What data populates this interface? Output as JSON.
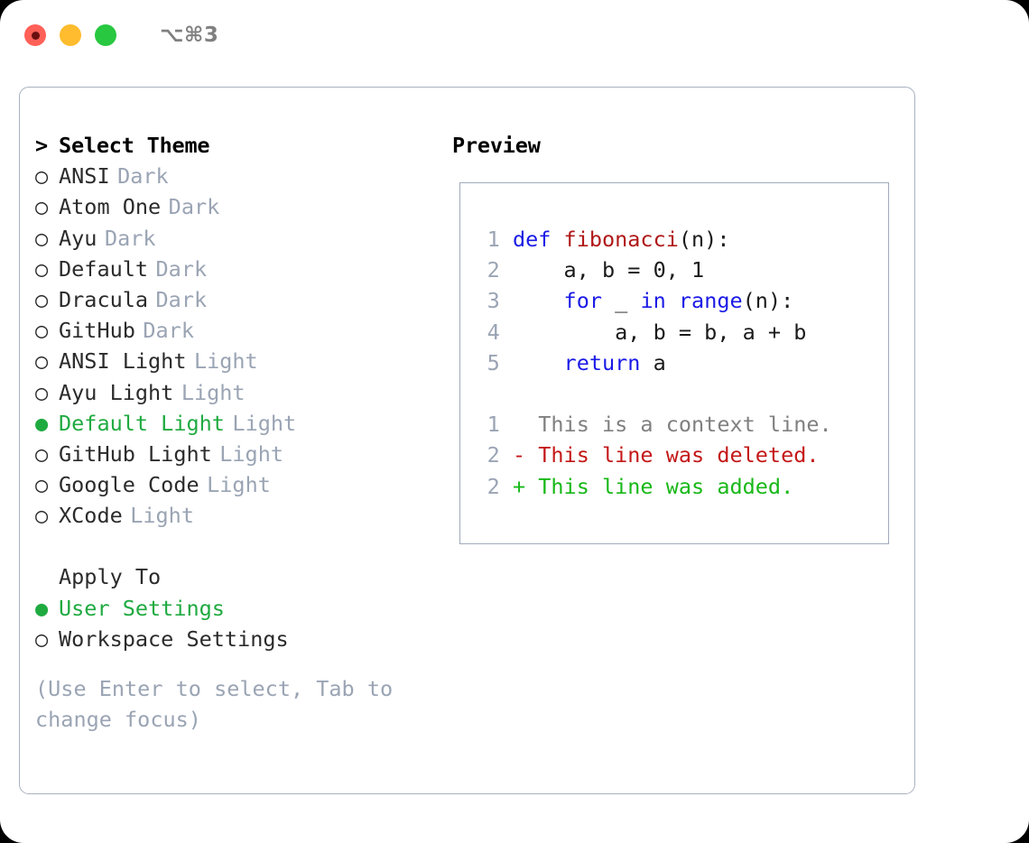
{
  "window": {
    "shortcut": "⌥⌘3",
    "traffic_lights": [
      "close-button",
      "minimize-button",
      "maximize-button"
    ],
    "colors": {
      "close": "#ff6057",
      "minimize": "#febc2e",
      "maximize": "#28c840",
      "accent_green": "#1faa40",
      "muted": "#9aa4b4",
      "border": "#a8b2c1"
    }
  },
  "theme_picker": {
    "header_marker": ">",
    "header": "Select Theme",
    "marker_unselected": "○",
    "marker_selected": "●",
    "items": [
      {
        "marker": "○",
        "label": "ANSI",
        "variant": "Dark",
        "selected": false
      },
      {
        "marker": "○",
        "label": "Atom One",
        "variant": "Dark",
        "selected": false
      },
      {
        "marker": "○",
        "label": "Ayu",
        "variant": "Dark",
        "selected": false
      },
      {
        "marker": "○",
        "label": "Default",
        "variant": "Dark",
        "selected": false
      },
      {
        "marker": "○",
        "label": "Dracula",
        "variant": "Dark",
        "selected": false
      },
      {
        "marker": "○",
        "label": "GitHub",
        "variant": "Dark",
        "selected": false
      },
      {
        "marker": "○",
        "label": "ANSI Light",
        "variant": "Light",
        "selected": false
      },
      {
        "marker": "○",
        "label": "Ayu Light",
        "variant": "Light",
        "selected": false
      },
      {
        "marker": "●",
        "label": "Default Light",
        "variant": "Light",
        "selected": true
      },
      {
        "marker": "○",
        "label": "GitHub Light",
        "variant": "Light",
        "selected": false
      },
      {
        "marker": "○",
        "label": "Google Code",
        "variant": "Light",
        "selected": false
      },
      {
        "marker": "○",
        "label": "XCode",
        "variant": "Light",
        "selected": false
      }
    ]
  },
  "apply_to": {
    "heading": "Apply To",
    "options": [
      {
        "marker": "●",
        "label": "User Settings",
        "selected": true
      },
      {
        "marker": "○",
        "label": "Workspace Settings",
        "selected": false
      }
    ]
  },
  "hint": "(Use Enter to select, Tab to change focus)",
  "preview": {
    "title": "Preview",
    "code_lines": [
      {
        "num": "1",
        "tokens": [
          {
            "t": "def ",
            "c": "kw"
          },
          {
            "t": "fibonacci",
            "c": "fn"
          },
          {
            "t": "(n):",
            "c": "plain"
          }
        ]
      },
      {
        "num": "2",
        "tokens": [
          {
            "t": "    a, b = 0, 1",
            "c": "plain"
          }
        ]
      },
      {
        "num": "3",
        "tokens": [
          {
            "t": "    ",
            "c": "plain"
          },
          {
            "t": "for",
            "c": "kw"
          },
          {
            "t": " _ ",
            "c": "plain"
          },
          {
            "t": "in",
            "c": "kw"
          },
          {
            "t": " ",
            "c": "plain"
          },
          {
            "t": "range",
            "c": "kw"
          },
          {
            "t": "(n):",
            "c": "plain"
          }
        ]
      },
      {
        "num": "4",
        "tokens": [
          {
            "t": "        a, b = b, a + b",
            "c": "plain"
          }
        ]
      },
      {
        "num": "5",
        "tokens": [
          {
            "t": "    ",
            "c": "plain"
          },
          {
            "t": "return",
            "c": "kw"
          },
          {
            "t": " a",
            "c": "plain"
          }
        ]
      }
    ],
    "diff_lines": [
      {
        "num": "1",
        "sign": " ",
        "text": "  This is a context line.",
        "kind": "ctx"
      },
      {
        "num": "2",
        "sign": " ",
        "text": "- This line was deleted.",
        "kind": "del"
      },
      {
        "num": "2",
        "sign": " ",
        "text": "+ This line was added.",
        "kind": "add"
      }
    ]
  }
}
